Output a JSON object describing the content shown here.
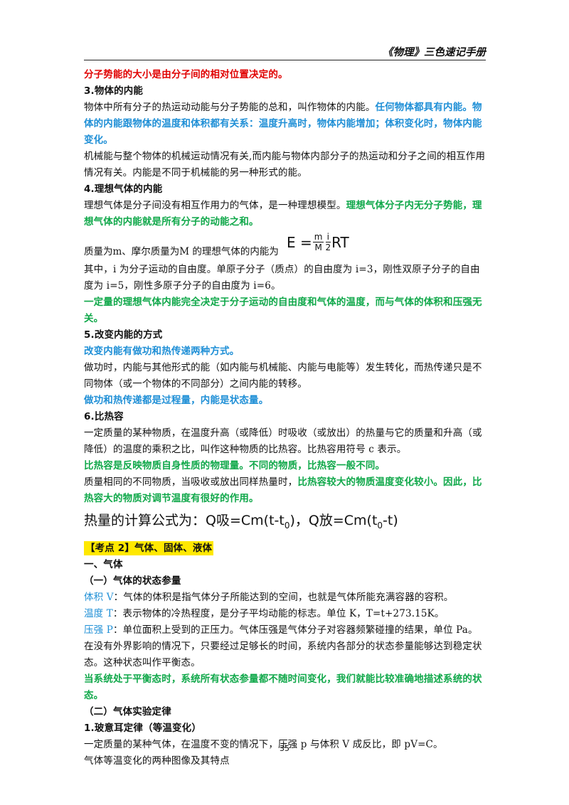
{
  "header": {
    "title": "《物理》三色速记手册"
  },
  "lines": {
    "l1": "分子势能的大小是由分子间的相对位置决定的。",
    "h3": "3.物体的内能",
    "p3a": "物体中所有分子的热运动动能与分子势能的总和，叫作物体的内能。",
    "p3b": "任何物体都具有内能。",
    "p3c": "物体的内能跟物体的温度和体积都有关系：温度升高时，物体内能增加；体积变化时，物体内能变化。",
    "p3d": "机械能与整个物体的机械运动情况有关,而内能与物体内部分子的热运动和分子之间的相互作用情况有关。内能是不同于机械能的另一种形式的能。",
    "h4": "4.理想气体的内能",
    "p4a": "理想气体是分子间没有相互作用力的气体，是一种理想模型。",
    "p4b": "理想气体分子内无分子势能，理想气体的内能就是所有分子的动能之和。",
    "p4c": "质量为m、摩尔质量为M 的理想气体的内能为",
    "f_E": "E =",
    "f_m": "m",
    "f_M": "M",
    "f_i": "i",
    "f_2": "2",
    "f_RT": "RT",
    "p4d": "其中，i 为分子运动的自由度。单原子分子（质点）的自由度为 i=3，刚性双原子分子的自由度为 i=5，刚性多原子分子的自由度为 i=6。",
    "p4e": "一定量的理想气体内能完全决定于分子运动的自由度和气体的温度，而与气体的体积和压强无关。",
    "h5": "5.改变内能的方式",
    "p5a": "改变内能有做功和热传递两种方式。",
    "p5b": "做功时，内能与其他形式的能（如内能与机械能、内能与电能等）发生转化，而热传递只是不同物体（或一个物体的不同部分）之间内能的转移。",
    "p5c": "做功和热传递都是过程量，内能是状态量。",
    "h6": "6.比热容",
    "p6a": "一定质量的某种物质，在温度升高（或降低）时吸收（或放出）的热量与它的质量和升高（或降低）的温度的乘积之比，叫作这种物质的比热容。比热容用符号 c 表示。",
    "p6b": "比热容是反映物质自身性质的物理量。不同的物质，比热容一般不同。",
    "p6c": "质量相同的不同物质，当吸收或放出同样热量时，",
    "p6d": "比热容较大的物质温度变化较小。因此，比热容大的物质对调节温度有很好的作用。",
    "heat_a": "热量的计算公式为：Q吸=Cm(t-t",
    "heat_sub1": "0",
    "heat_b": ")，Q放=Cm(t",
    "heat_sub2": "0",
    "heat_c": "-t)",
    "kaodian": "【考点 2】气体、固体、液体",
    "s1": "一、气体",
    "s1a": "（一）气体的状态参量",
    "vol_label": "体积 V",
    "vol_text": "：气体的体积是指气体分子所能达到的空间，也就是气体所能充满容器的容积。",
    "temp_label": "温度 T",
    "temp_text": "：表示物体的冷热程度，是分子平均动能的标志。单位 K，T=t+273.15K。",
    "pres_label": "压强 P",
    "pres_text": "：单位面积上受到的正压力。气体压强是气体分子对容器频繁碰撞的结果，单位 Pa。",
    "p_eq": "在没有外界影响的情况下，只要经过足够长的时间，系统内各部分的状态参量能够达到稳定状态。这种状态叫作平衡态。",
    "p_eq2": "当系统处于平衡态时，系统所有状态参量都不随时间变化，我们就能比较准确地描述系统的状态。",
    "s2": "（二）气体实验定律",
    "s2a": "1.玻意耳定律（等温变化）",
    "s2b": "一定质量的某种气体，在温度不变的情况下，压强 p 与体积 V 成反比，即 pV=C。",
    "s2c": "气体等温变化的两种图像及其特点"
  },
  "page_number": "35",
  "colors": {
    "red": "#e00000",
    "blue": "#1f8fd6",
    "green": "#10a84a",
    "highlight": "#ffe800"
  }
}
